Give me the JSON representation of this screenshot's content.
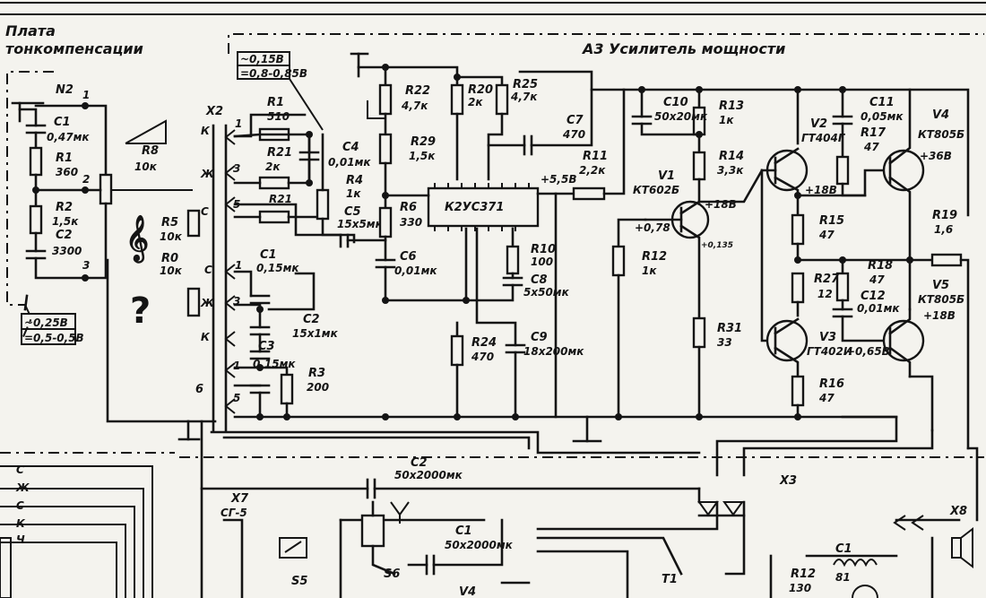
{
  "titles": {
    "board_line1": "Плата",
    "board_line2": "тонкомпенсации",
    "amplifier": "А3 Усилитель мощности"
  },
  "voltages": {
    "top_box_1": "~0,15В",
    "top_box_2": "=0,8-0,85В",
    "left_box_1": "~0,25В",
    "left_box_2": "=0,5-0,5В"
  },
  "nodes": {
    "n2": "N2",
    "t1": "1",
    "t2": "2",
    "t3": "3"
  },
  "tone_board": [
    {
      "name": "C1",
      "value": "0,47мк"
    },
    {
      "name": "R1",
      "value": "360"
    },
    {
      "name": "R2",
      "value": "1,5к"
    },
    {
      "name": "C2",
      "value": "3300"
    }
  ],
  "connectors": {
    "x2": "Х2",
    "x3": "Х3",
    "x7_name": "Х7",
    "x7_type": "СГ-5",
    "x8": "Х8",
    "s5": "S5",
    "s6": "S6",
    "t1": "T1",
    "v4_lower": "V4",
    "x2_pins": [
      "К",
      "Ж",
      "С",
      "К",
      "Ж",
      "С",
      "К",
      "Ч"
    ],
    "x2_nums": [
      "1",
      "3",
      "5",
      "1",
      "3",
      "5",
      "6"
    ]
  },
  "components": {
    "r1": {
      "name": "R1",
      "value": "510"
    },
    "r21": {
      "name": "R21",
      "value": "2к"
    },
    "r8": {
      "name": "R8",
      "value": "10к"
    },
    "r5": {
      "name": "R5",
      "value": "10к"
    },
    "r0": {
      "name": "R0",
      "value": "10к"
    },
    "r4": {
      "name": "R4",
      "value": "1к"
    },
    "c4": {
      "name": "C4",
      "value": "0,01мк"
    },
    "c5": {
      "name": "C5",
      "value": "15х5мк"
    },
    "r22": {
      "name": "R22",
      "value": "4,7к"
    },
    "r20": {
      "name": "R20",
      "value": "2к"
    },
    "r25": {
      "name": "R25",
      "value": "4,7к"
    },
    "r29": {
      "name": "R29",
      "value": "1,5к"
    },
    "r6": {
      "name": "R6",
      "value": "330"
    },
    "c6": {
      "name": "C6",
      "value": "0,01мк"
    },
    "c7": {
      "name": "C7",
      "value": "470"
    },
    "r11": {
      "name": "R11",
      "value": "2,2к"
    },
    "r10": {
      "name": "R10",
      "value": "100"
    },
    "c8": {
      "name": "C8",
      "value": "5х50мк"
    },
    "c9": {
      "name": "C9",
      "value": "18х200мк"
    },
    "r24": {
      "name": "R24",
      "value": "470"
    },
    "ic": {
      "name": "К2УС371"
    },
    "c10": {
      "name": "C10",
      "value": "50х20мк"
    },
    "r13": {
      "name": "R13",
      "value": "1к"
    },
    "r14": {
      "name": "R14",
      "value": "3,3к"
    },
    "v1": {
      "name": "V1",
      "value": "КТ602Б"
    },
    "r12": {
      "name": "R12",
      "value": "1к"
    },
    "r31": {
      "name": "R31",
      "value": "33"
    },
    "v2": {
      "name": "V2",
      "value": "ГТ404Г"
    },
    "c11": {
      "name": "C11",
      "value": "0,05мк"
    },
    "r17": {
      "name": "R17",
      "value": "47"
    },
    "v4": {
      "name": "V4",
      "value": "КТ805Б"
    },
    "r15": {
      "name": "R15",
      "value": "47"
    },
    "r19": {
      "name": "R19",
      "value": "1,6"
    },
    "r27": {
      "name": "R27",
      "value": "12"
    },
    "r18": {
      "name": "R18",
      "value": "47"
    },
    "c12": {
      "name": "C12",
      "value": "0,01мк"
    },
    "v5": {
      "name": "V5",
      "value": "КТ805Б"
    },
    "v3": {
      "name": "V3",
      "value": "ГТ402И"
    },
    "r16": {
      "name": "R16",
      "value": "47"
    },
    "c1b": {
      "name": "C1",
      "value": "0,15мк"
    },
    "c2b": {
      "name": "C2",
      "value": "15х1мк"
    },
    "c3b": {
      "name": "C3",
      "value": "0,15мк"
    },
    "r3": {
      "name": "R3",
      "value": "200"
    },
    "c2_low": {
      "name": "C2",
      "value": "50х2000мк"
    },
    "c1_low": {
      "name": "C1",
      "value": "50х2000мк"
    },
    "r12_low": {
      "name": "R12",
      "value": "130"
    },
    "c1_coil": {
      "name": "C1",
      "value": "81"
    }
  },
  "test_points": {
    "v_55": "+5,5В",
    "v_18_v1": "+18В",
    "v_078": "+0,78",
    "v_0135": "+0,135",
    "v_36": "+36В",
    "v_18_a": "+18В",
    "v_18_b": "+18В",
    "v_065": "+0,65В"
  }
}
